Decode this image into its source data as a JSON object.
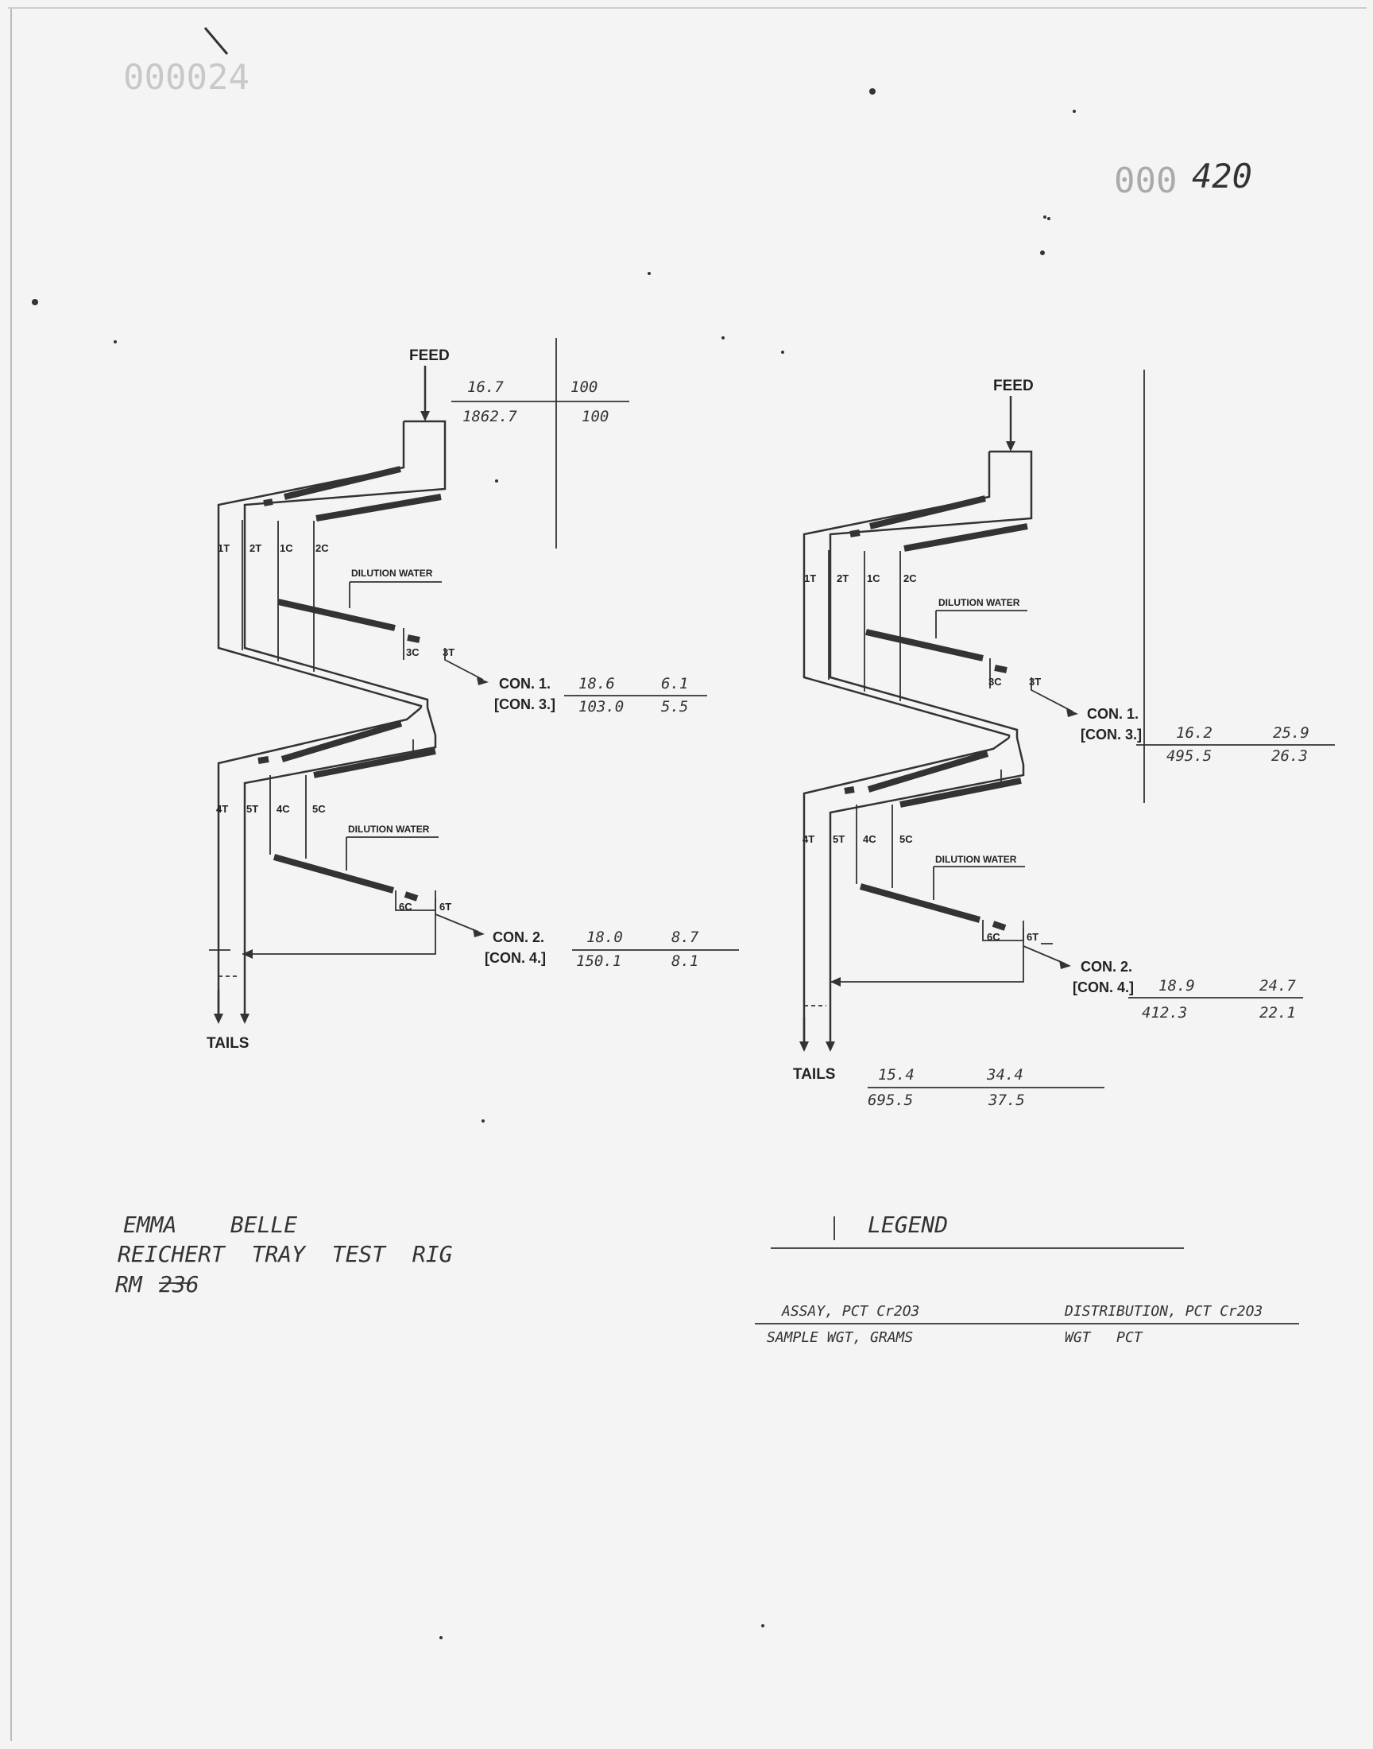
{
  "page": {
    "stamp_faint": "000024",
    "stamp_main_prefix": "000",
    "stamp_main_suffix": "420"
  },
  "flowsheet_left": {
    "feed_label": "FEED",
    "feed_assay": "16.7",
    "feed_dist": "100",
    "feed_weight": "1862.7",
    "feed_weight_pct": "100",
    "streams_upper": [
      "1T",
      "2T",
      "1C",
      "2C",
      "3C",
      "3T"
    ],
    "streams_lower": [
      "4T",
      "5T",
      "4C",
      "5C",
      "6C",
      "6T"
    ],
    "dilution_upper": "DILUTION WATER",
    "dilution_lower": "DILUTION WATER",
    "con1_label": "CON. 1.",
    "con1_sub": "[CON. 3.]",
    "con1_assay": "18.6",
    "con1_dist": "6.1",
    "con1_weight": "103.0",
    "con1_weight_pct": "5.5",
    "con2_label": "CON. 2.",
    "con2_sub": "[CON. 4.]",
    "con2_assay": "18.0",
    "con2_dist": "8.7",
    "con2_weight": "150.1",
    "con2_weight_pct": "8.1",
    "tails_label": "TAILS"
  },
  "flowsheet_right": {
    "feed_label": "FEED",
    "streams_upper": [
      "1T",
      "2T",
      "1C",
      "2C",
      "3C",
      "3T"
    ],
    "streams_lower": [
      "4T",
      "5T",
      "4C",
      "5C",
      "6C",
      "6T"
    ],
    "dilution_upper": "DILUTION WATER",
    "dilution_lower": "DILUTION WATER",
    "con1_label": "CON. 1.",
    "con1_sub": "[CON. 3.]",
    "con1_assay": "16.2",
    "con1_dist": "25.9",
    "con1_weight": "495.5",
    "con1_weight_pct": "26.3",
    "con2_label": "CON. 2.",
    "con2_sub": "[CON. 4.]",
    "con2_assay": "18.9",
    "con2_dist": "24.7",
    "con2_weight": "412.3",
    "con2_weight_pct": "22.1",
    "tails_label": "TAILS",
    "tails_assay": "15.4",
    "tails_dist": "34.4",
    "tails_weight": "695.5",
    "tails_weight_pct": "37.5"
  },
  "notes": {
    "line1": "EMMA    BELLE",
    "line2": "REICHERT  TRAY  TEST  RIG",
    "line3_prefix": "RM",
    "line3_number": "236"
  },
  "legend": {
    "title": "LEGEND",
    "assay": "ASSAY, PCT Cr2O3",
    "distribution": "DISTRIBUTION, PCT Cr2O3",
    "sample": "SAMPLE WGT, GRAMS",
    "weight": "WGT   PCT"
  },
  "colors": {
    "ink": "#333333",
    "paper": "#f4f4f4"
  }
}
